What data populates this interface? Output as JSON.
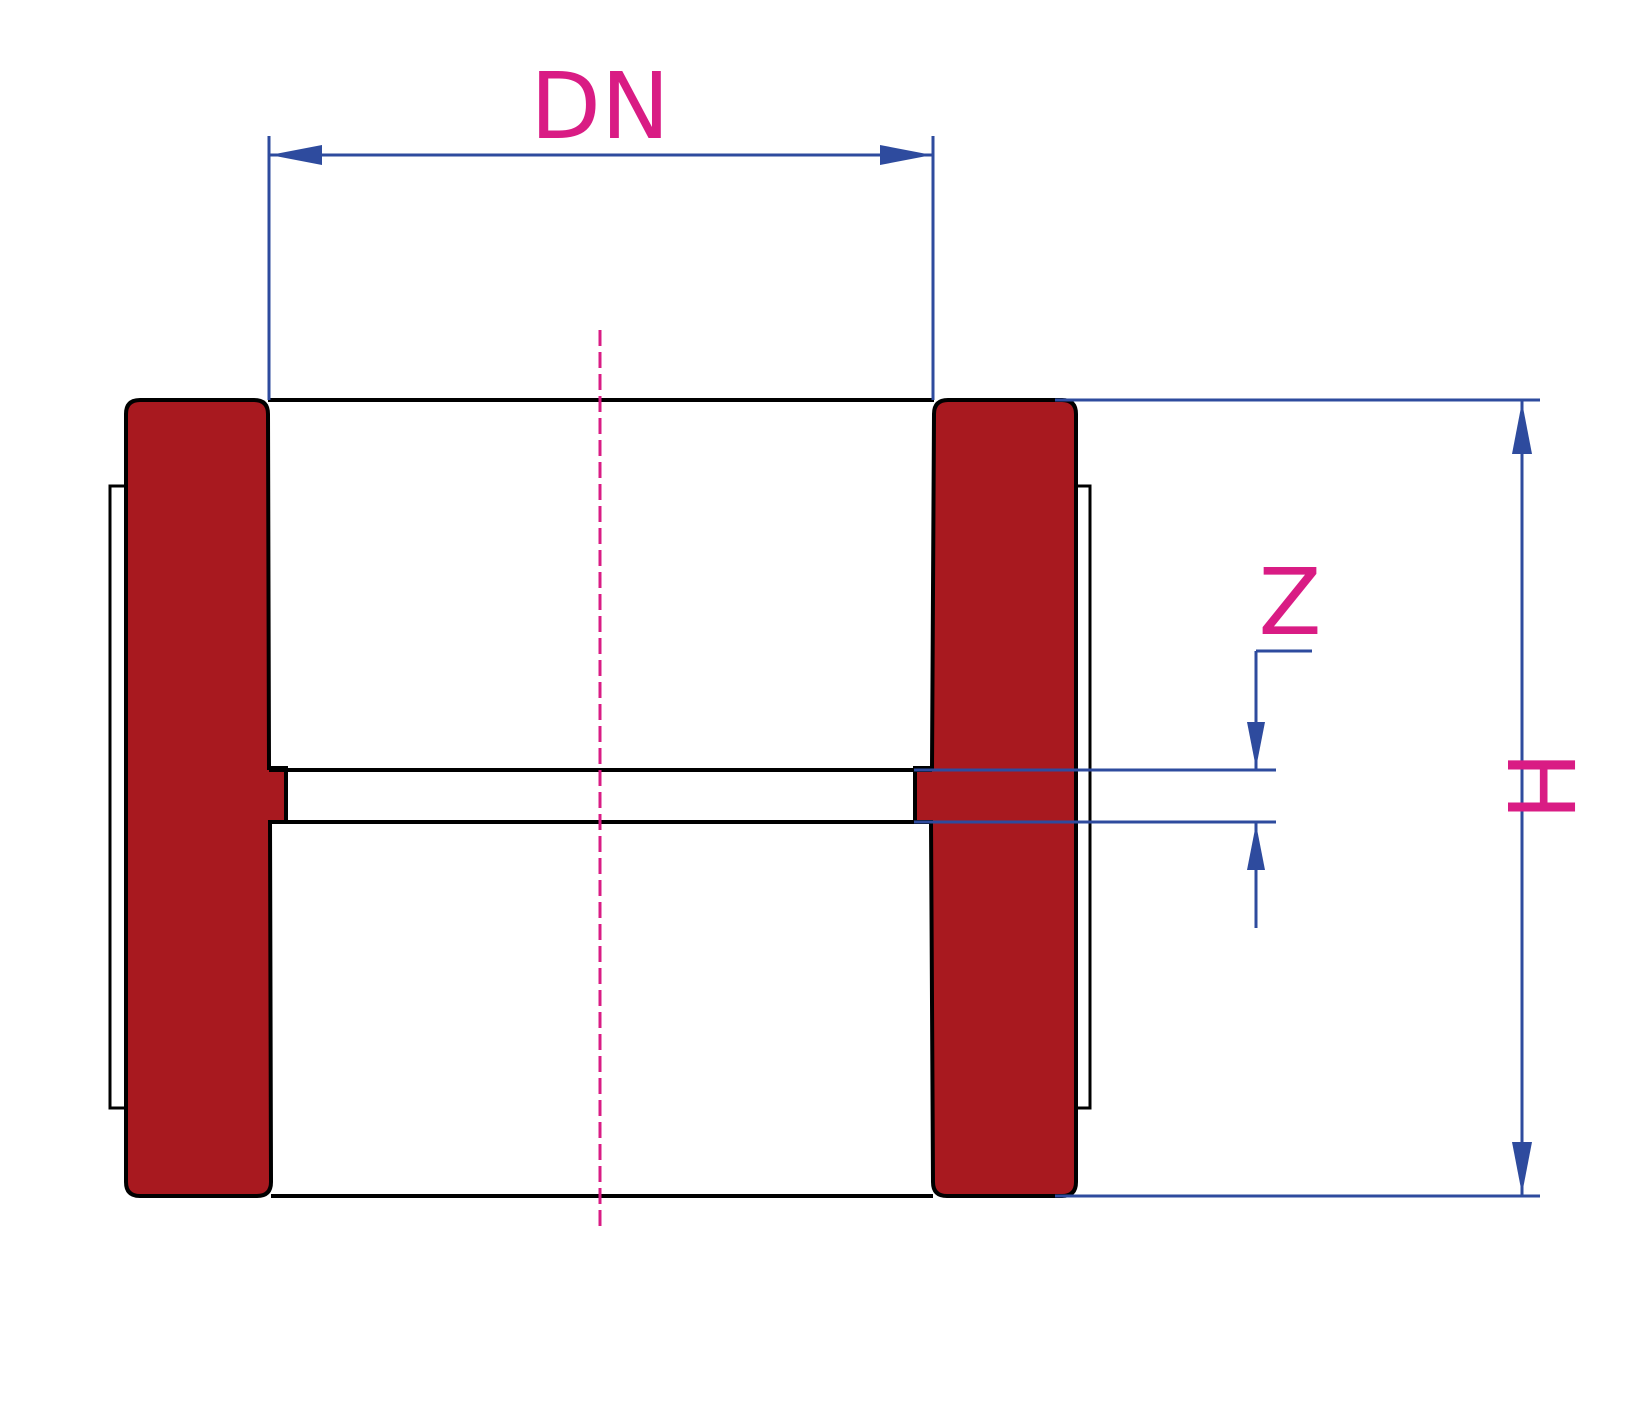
{
  "labels": {
    "dn": "DN",
    "z": "Z",
    "h": "H"
  },
  "colors": {
    "wall": "#A8191F",
    "outline": "#000000",
    "dimension": "#2E4B9E",
    "label": "#D91C84",
    "centerline": "#D91C84",
    "background": "#FFFFFF"
  }
}
